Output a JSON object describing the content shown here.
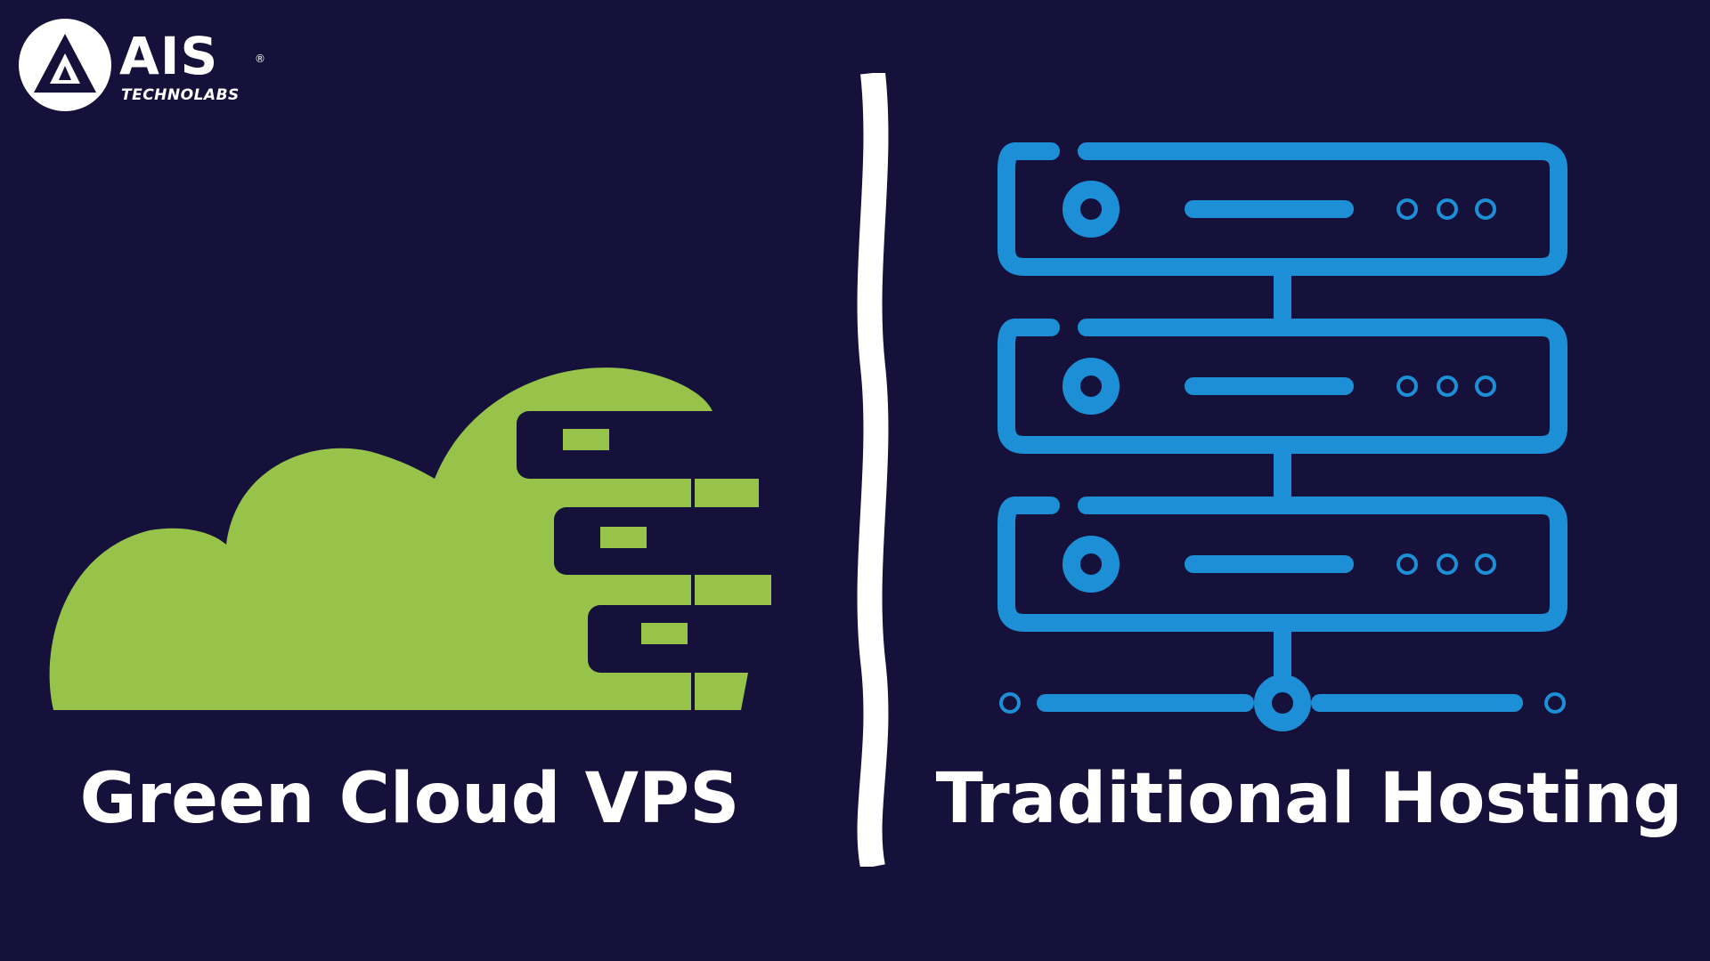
{
  "brand": {
    "name": "AIS",
    "registered_mark": "®",
    "tagline": "TECHNOLABS",
    "logo_icon": "ais-logo-icon"
  },
  "left_panel": {
    "icon": "green-cloud-server-icon",
    "caption": "Green Cloud VPS"
  },
  "right_panel": {
    "icon": "server-rack-icon",
    "caption": "Traditional Hosting"
  },
  "colors": {
    "background": "#15113a",
    "cloud_green": "#97c34a",
    "server_blue": "#1c8fd6",
    "text": "#ffffff"
  }
}
